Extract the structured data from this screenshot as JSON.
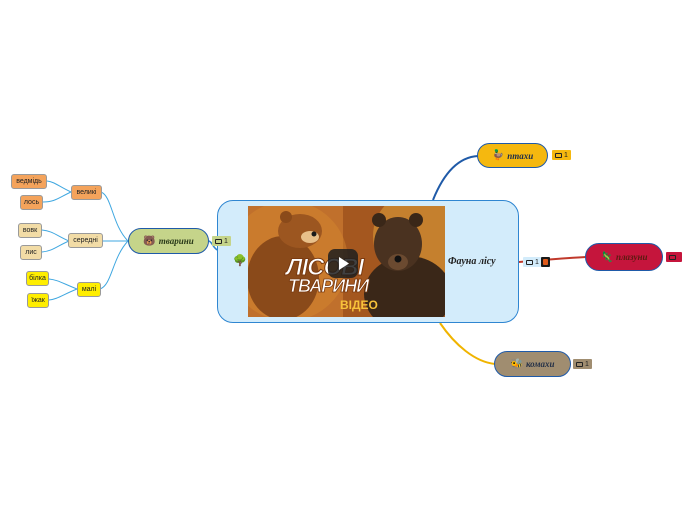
{
  "central": {
    "title": "Фауна лісу"
  },
  "video": {
    "line1": "ЛІСОВІ",
    "line2": "ТВАРИНИ",
    "line3": "ВІДЕО"
  },
  "topics": {
    "birds": {
      "label": "птахи",
      "emoji": "🦆",
      "comments": "1"
    },
    "reptile": {
      "label": "плазуни",
      "emoji": "🦎",
      "comments": ""
    },
    "insects": {
      "label": "комахи",
      "emoji": "🐝",
      "comments": "1"
    },
    "animals": {
      "label": "тварини",
      "emoji": "🐻",
      "comments": "1"
    }
  },
  "central_badge": {
    "comments": "1"
  },
  "groups": {
    "large": {
      "label": "великі"
    },
    "medium": {
      "label": "середні"
    },
    "small": {
      "label": "малі"
    }
  },
  "leaves": {
    "bear": "ведмідь",
    "moose": "лось",
    "wolf": "вовк",
    "fox": "лис",
    "squirrel": "білка",
    "hedgehog": "їжак"
  },
  "colors": {
    "central_fill": "#d3ecfb",
    "birds": "#f5b80f",
    "reptile": "#c5153c",
    "insects": "#a08d70",
    "animals": "#c5d48a",
    "large_group": "#f4a35b",
    "medium_group": "#f2dca6",
    "small_group": "#ffee00"
  }
}
